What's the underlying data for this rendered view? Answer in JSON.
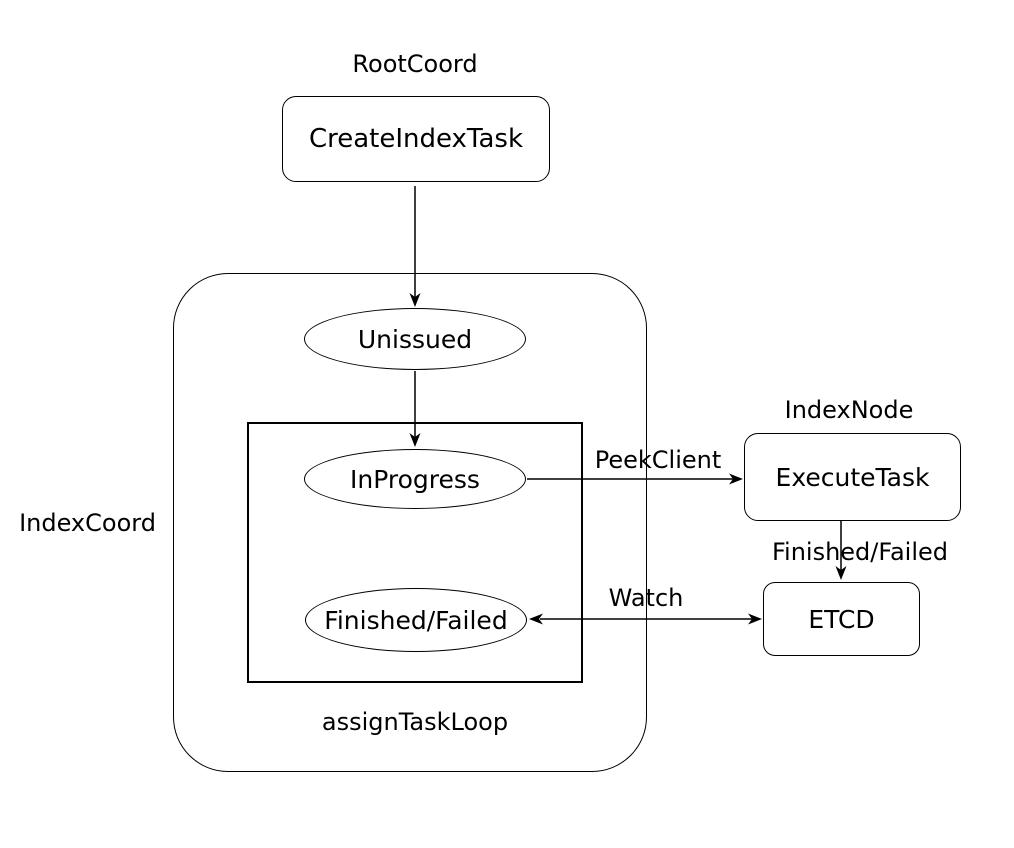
{
  "diagram": {
    "groups": {
      "root_coord": "RootCoord",
      "index_coord": "IndexCoord",
      "index_node": "IndexNode",
      "assign_task_loop": "assignTaskLoop"
    },
    "nodes": {
      "create_index_task": "CreateIndexTask",
      "unissued": "Unissued",
      "in_progress": "InProgress",
      "finished_failed": "Finished/Failed",
      "execute_task": "ExecuteTask",
      "etcd": "ETCD"
    },
    "edges": {
      "peek_client": "PeekClient",
      "finished_failed": "Finished/Failed",
      "watch": "Watch"
    },
    "colors": {
      "stroke": "#000000",
      "text": "#000000",
      "background": "#ffffff"
    }
  }
}
